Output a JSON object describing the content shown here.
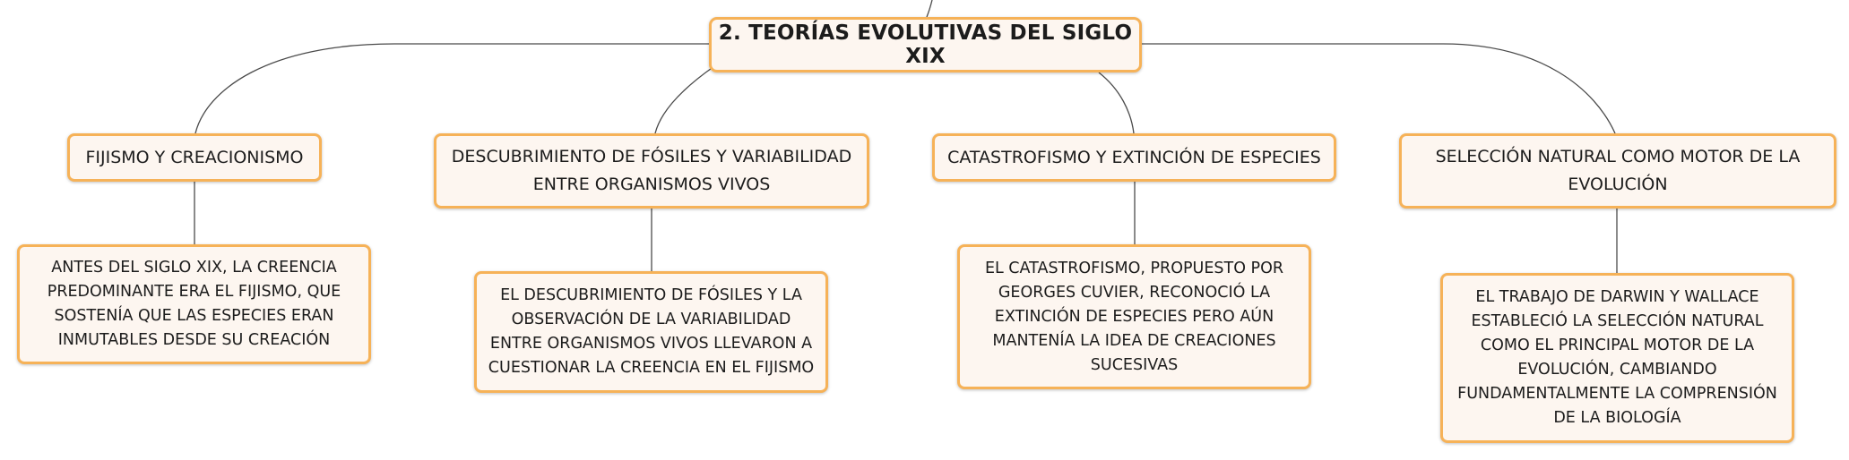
{
  "root": {
    "title": "2. TEORÍAS EVOLUTIVAS DEL SIGLO XIX"
  },
  "topics": [
    {
      "label": "FIJISMO Y CREACIONISMO",
      "detail": "ANTES DEL SIGLO XIX, LA CREENCIA PREDOMINANTE ERA EL FIJISMO, QUE SOSTENÍA QUE LAS ESPECIES ERAN INMUTABLES DESDE SU CREACIÓN"
    },
    {
      "label": "DESCUBRIMIENTO DE FÓSILES Y VARIABILIDAD ENTRE ORGANISMOS VIVOS",
      "detail": "EL DESCUBRIMIENTO DE FÓSILES Y LA OBSERVACIÓN DE LA VARIABILIDAD ENTRE ORGANISMOS VIVOS LLEVARON A CUESTIONAR LA CREENCIA EN EL FIJISMO"
    },
    {
      "label": "CATASTROFISMO Y EXTINCIÓN DE ESPECIES",
      "detail": "EL CATASTROFISMO, PROPUESTO POR GEORGES CUVIER, RECONOCIÓ LA EXTINCIÓN DE ESPECIES PERO AÚN MANTENÍA LA IDEA DE CREACIONES SUCESIVAS"
    },
    {
      "label": "SELECCIÓN NATURAL COMO MOTOR DE LA EVOLUCIÓN",
      "detail": "EL TRABAJO DE DARWIN Y WALLACE ESTABLECIÓ LA SELECCIÓN NATURAL COMO EL PRINCIPAL MOTOR DE LA EVOLUCIÓN, CAMBIANDO FUNDAMENTALMENTE LA COMPRENSIÓN DE LA BIOLOGÍA"
    }
  ]
}
